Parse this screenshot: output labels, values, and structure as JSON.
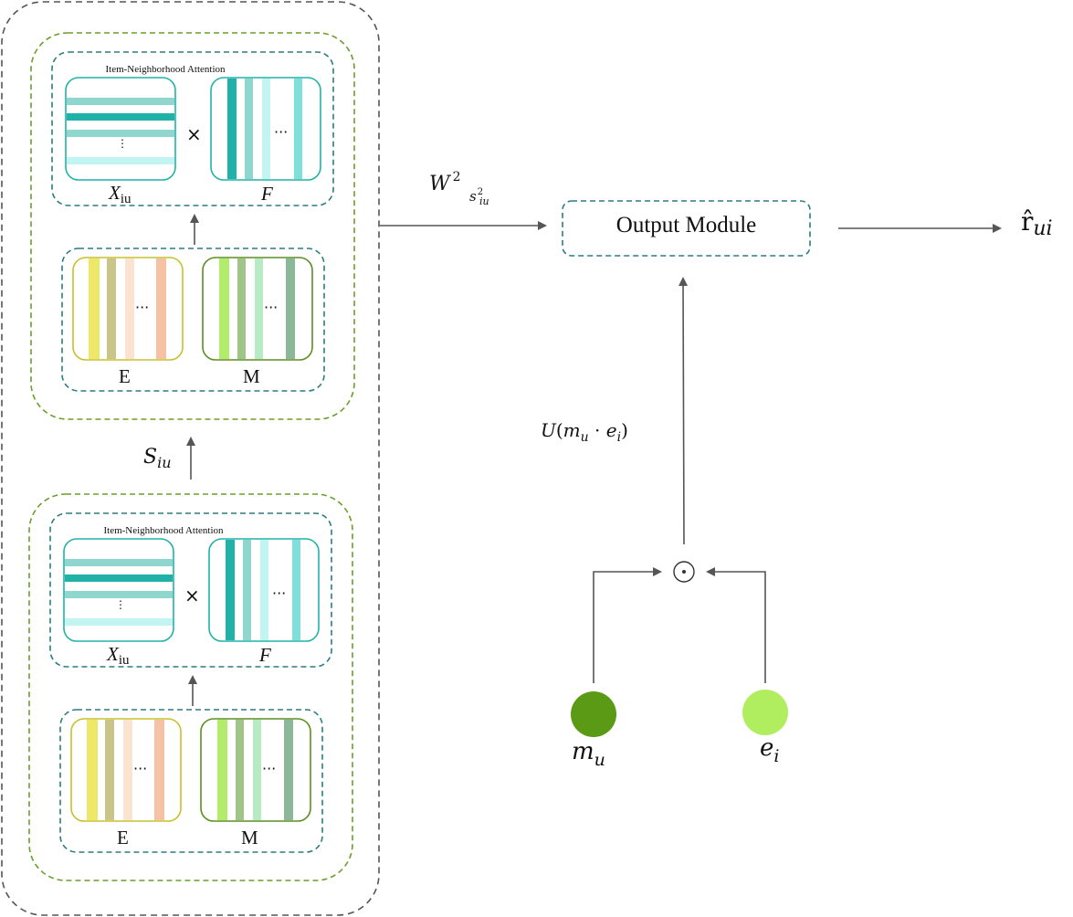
{
  "colors": {
    "outer_dash": "#555555",
    "green_dash": "#6b9e2a",
    "teal_dash": "#2c7c80",
    "teal": "#20b2a8",
    "teal_light": "#8fd6cf",
    "teal_pale": "#c2f5f2",
    "cyan_bar": "#7fe0da",
    "yellow_border": "#c8c02c",
    "yellow": "#ede868",
    "olive": "#c9c488",
    "peach_light": "#fbe3d2",
    "peach": "#f5c3a3",
    "green_border": "#5a8f22",
    "lime": "#b3ec6a",
    "sage": "#a1c589",
    "mint": "#b6ebc3",
    "dark_sage": "#8bb898",
    "mu_node": "#5a9a14",
    "ei_node": "#b0ee60",
    "arrow": "#555555"
  },
  "blocks": [
    {
      "attention_title": "Item-Neighborhood Attention",
      "x_label": {
        "base": "X",
        "sub": "iu"
      },
      "f_label": "F",
      "times": "×",
      "e_label": "E",
      "m_label": "M",
      "dots_h": "···",
      "dots_v": "⋮"
    },
    {
      "attention_title": "Item-Neighborhood Attention",
      "x_label": {
        "base": "X",
        "sub": "iu"
      },
      "f_label": "F",
      "times": "×",
      "e_label": "E",
      "m_label": "M",
      "dots_h": "···",
      "dots_v": "⋮"
    }
  ],
  "s_iu_label": {
    "base": "S",
    "sub": "iu"
  },
  "w_label": {
    "base": "W",
    "sup": "2",
    "sub_base": "s",
    "sub_sup": "2",
    "sub_sub": "iu"
  },
  "output_module": "Output Module",
  "r_hat_label": {
    "base": "r̂",
    "sub": "ui"
  },
  "u_label": "U(m",
  "u_label_parts": {
    "func": "U",
    "a": "m",
    "a_sub": "u",
    "op": "·",
    "b": "e",
    "b_sub": "i"
  },
  "odot": "⊙",
  "mu_label": {
    "base": "m",
    "sub": "u"
  },
  "ei_label": {
    "base": "e",
    "sub": "i"
  }
}
